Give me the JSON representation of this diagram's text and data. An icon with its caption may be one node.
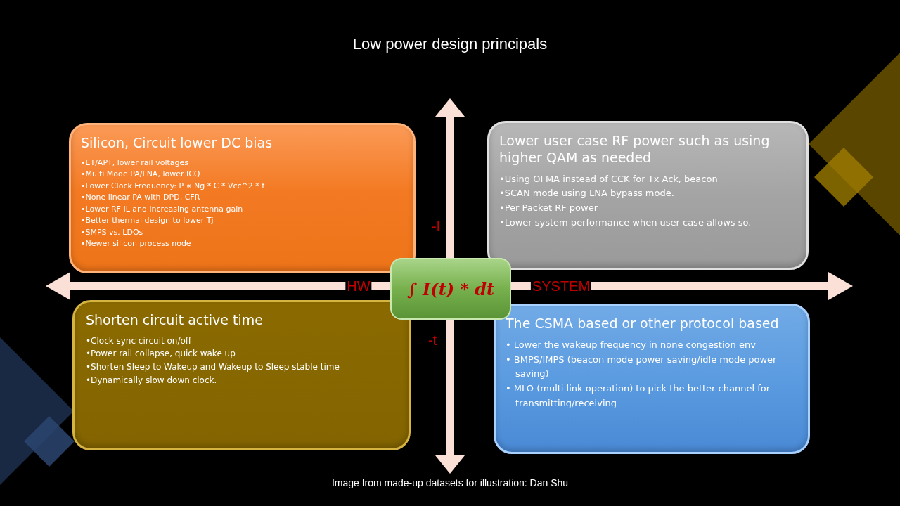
{
  "diagram": {
    "title": "Low power design principals",
    "caption": "Image from made-up datasets for illustration: Dan Shu",
    "nodes": [
      {
        "text": [
          "Silicon, Circuit lower DC bias",
          "•ET/APT, lower rail voltages",
          "•Multi Mode PA/LNA, lower ICQ",
          "•Lower Clock Frequency: P ∝  Ng * C * Vcc^2 * f",
          "•None linear PA with DPD, CFR",
          "•Lower RF IL and increasing antenna gain",
          "•Better thermal design to lower Tj",
          "•SMPS vs. LDOs",
          "•Newer silicon process node"
        ]
      },
      {
        "text": [
          "Lower user case RF power such as using higher QAM as needed",
          "•Using OFMA instead of CCK for Tx Ack, beacon",
          "•SCAN mode using LNA bypass mode.",
          "•Per Packet RF power",
          "•Lower system performance when user case allows so."
        ]
      },
      {
        "text": [
          "Shorten circuit active time",
          "•Clock sync circuit on/off",
          "•Power rail collapse, quick wake up",
          "•Shorten Sleep to Wakeup and Wakeup to Sleep stable time",
          "•Dynamically slow down clock."
        ]
      },
      {
        "text": [
          "The CSMA based or other protocol based",
          "• Lower the wakeup frequency in none congestion env",
          "• BMPS/IMPS (beacon mode power saving/idle mode power saving)",
          "• MLO (multi link operation) to pick the better channel for transmitting/receiving"
        ]
      },
      {
        "text": [
          "∫ I(t) * dt"
        ]
      }
    ],
    "labels": [
      "-I",
      "HW",
      "SYSTEM",
      "-t"
    ]
  }
}
